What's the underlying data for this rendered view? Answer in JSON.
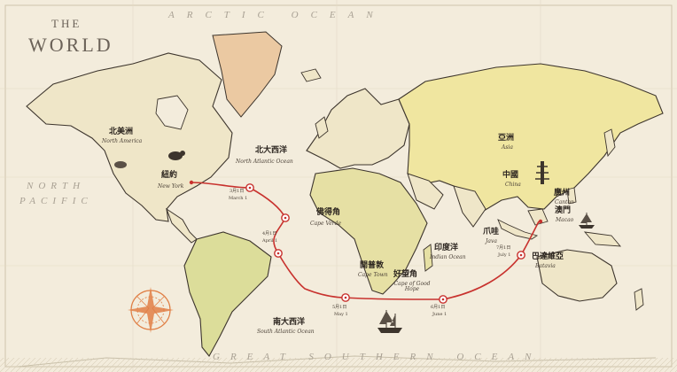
{
  "title": {
    "line1": "THE",
    "line2": "WORLD"
  },
  "oceans": {
    "arctic": "ARCTIC OCEAN",
    "north_pacific_1": "NORTH",
    "north_pacific_2": "PACIFIC",
    "great_southern": "GREAT SOUTHERN OCEAN"
  },
  "regions": [
    {
      "id": "north-america",
      "zh": "北美洲",
      "en": "North America"
    },
    {
      "id": "new-york",
      "zh": "紐約",
      "en": "New York"
    },
    {
      "id": "north-atlantic",
      "zh": "北大西洋",
      "en": "North Atlantic Ocean"
    },
    {
      "id": "cape-verde",
      "zh": "佛得角",
      "en": "Cape Verde"
    },
    {
      "id": "cape-town",
      "zh": "開普敦",
      "en": "Cape Town"
    },
    {
      "id": "good-hope",
      "zh": "好望角",
      "en": "Cape of Good Hope"
    },
    {
      "id": "south-atlantic",
      "zh": "南大西洋",
      "en": "South Atlantic Ocean"
    },
    {
      "id": "indian-ocean",
      "zh": "印度洋",
      "en": "Indian Ocean"
    },
    {
      "id": "asia",
      "zh": "亞洲",
      "en": "Asia"
    },
    {
      "id": "china",
      "zh": "中國",
      "en": "China"
    },
    {
      "id": "java",
      "zh": "爪哇",
      "en": "Java"
    },
    {
      "id": "canton",
      "zh": "廣州",
      "en": "Canton"
    },
    {
      "id": "macao",
      "zh": "澳門",
      "en": "Macao"
    },
    {
      "id": "batavia",
      "zh": "巴達維亞",
      "en": "Batavia"
    }
  ],
  "route_dates": [
    {
      "zh": "3月1日",
      "en": "March 1"
    },
    {
      "zh": "4月1日",
      "en": "April 1"
    },
    {
      "zh": "5月1日",
      "en": "May 1"
    },
    {
      "zh": "6月1日",
      "en": "June 1"
    },
    {
      "zh": "7月1日",
      "en": "July 1"
    }
  ],
  "colors": {
    "paper": "#f3ecdc",
    "land": "#efe6c8",
    "coast": "#3d352d",
    "route": "#c8322e",
    "greenland": "#ebc9a2",
    "south_america": "#dcdd9a",
    "africa": "#e6e0a4",
    "asia": "#f0e6a0",
    "compass": "#e07f45"
  }
}
